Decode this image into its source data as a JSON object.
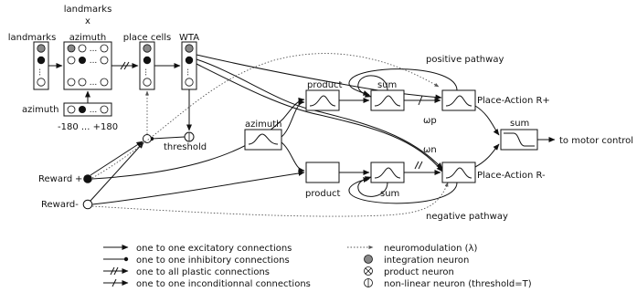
{
  "diagram": {
    "title_landmarks_top": "landmarks",
    "title_x": "x",
    "title_landmarks_left": "landmarks",
    "title_azimuth_grid": "azimuth",
    "title_place_cells": "place cells",
    "title_wta": "WTA",
    "label_azimuth_input": "azimuth",
    "label_azimuth_range": "-180 ... +180",
    "label_threshold": "threshold",
    "label_reward_plus": "Reward",
    "label_reward_minus": "Reward-",
    "label_plus_sign": "+",
    "label_positive_pathway": "positive pathway",
    "label_negative_pathway": "negative pathway",
    "label_product_top": "product",
    "label_product_bottom": "product",
    "label_sum_top": "sum",
    "label_sum_bottom": "sum",
    "label_sum_out": "sum",
    "label_azimuth_mid": "azimuth",
    "label_place_action_plus": "Place-Action R+",
    "label_place_action_minus": "Place-Action R-",
    "label_omega_p": "ωp",
    "label_omega_n": "ωn",
    "label_to_motor": "to motor control",
    "ellipsis": "..."
  },
  "legend": {
    "excitatory": "one to one excitatory connections",
    "inhibitory": "one to one inhibitory connections",
    "plastic": "one to all plastic connections",
    "unconditional": "one to one inconditionnal connections",
    "neuromodulation": "neuromodulation (λ)",
    "integration": "integration neuron",
    "product": "product neuron",
    "nonlinear": "non-linear neuron (threshold=T)"
  },
  "colors": {
    "integration_neuron": "#888888",
    "active_neuron": "#111111"
  }
}
